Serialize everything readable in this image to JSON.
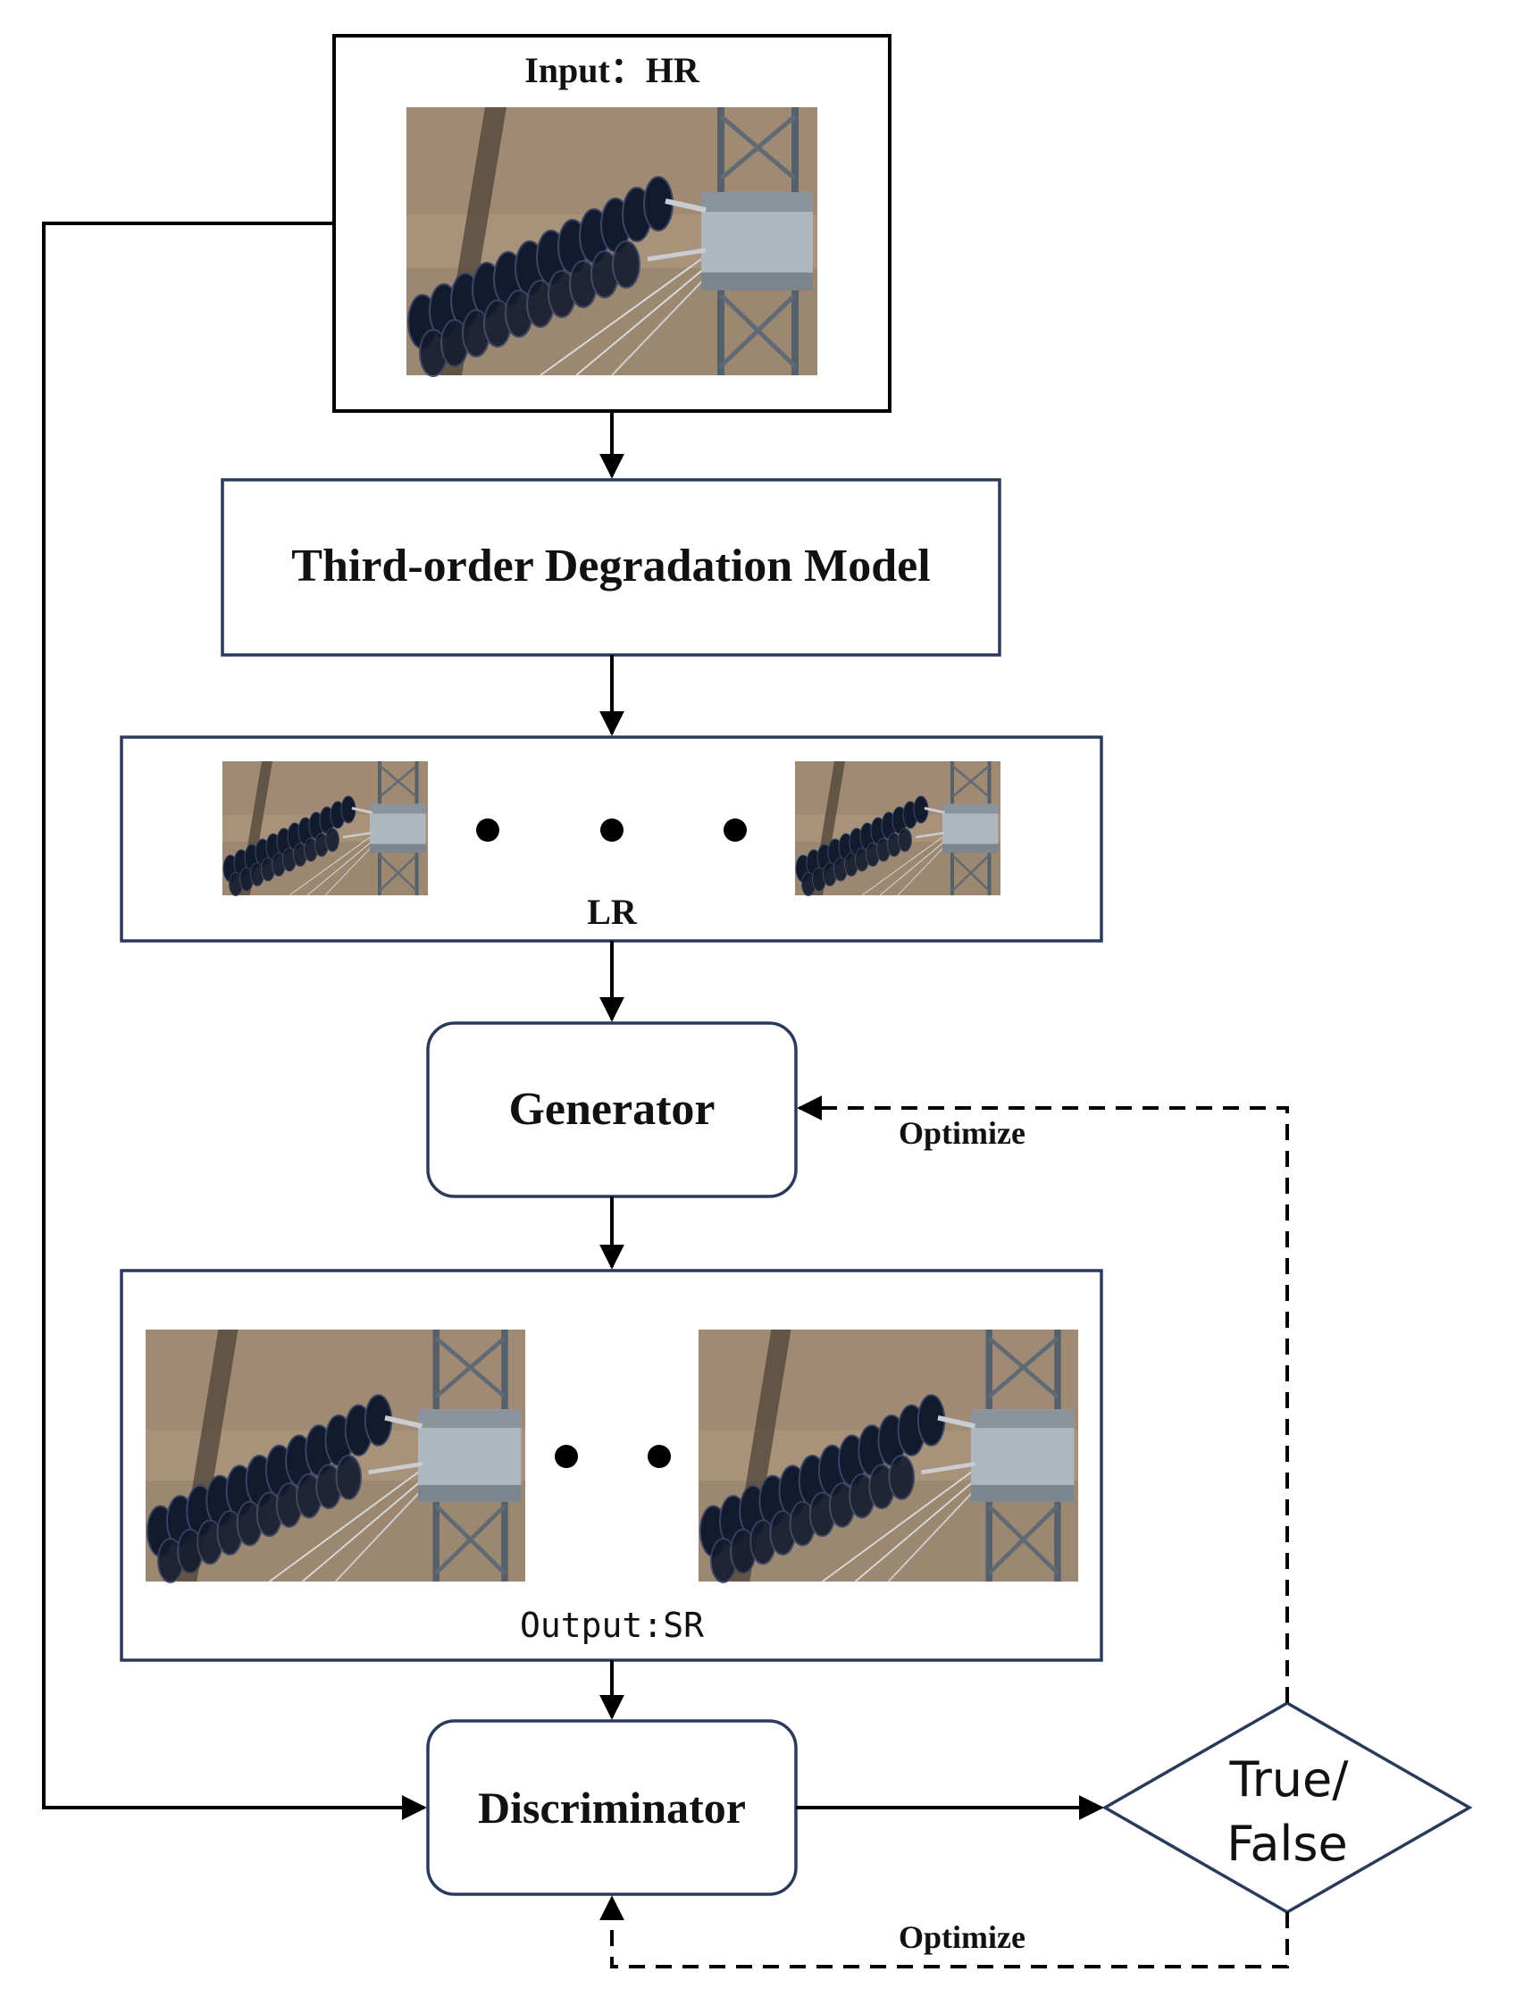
{
  "nodes": {
    "input": {
      "label": "Input：HR"
    },
    "degradation": {
      "label": "Third-order Degradation Model"
    },
    "lr": {
      "label": "LR"
    },
    "generator": {
      "label": "Generator"
    },
    "output": {
      "label": "Output:SR"
    },
    "discriminator": {
      "label": "Discriminator"
    },
    "decision": {
      "line1": "True/",
      "line2": "False"
    }
  },
  "edges": {
    "optimize_generator": "Optimize",
    "optimize_discriminator": "Optimize"
  },
  "colors": {
    "box_border": "#2b3a5c",
    "line": "#000000",
    "text": "#111111"
  }
}
